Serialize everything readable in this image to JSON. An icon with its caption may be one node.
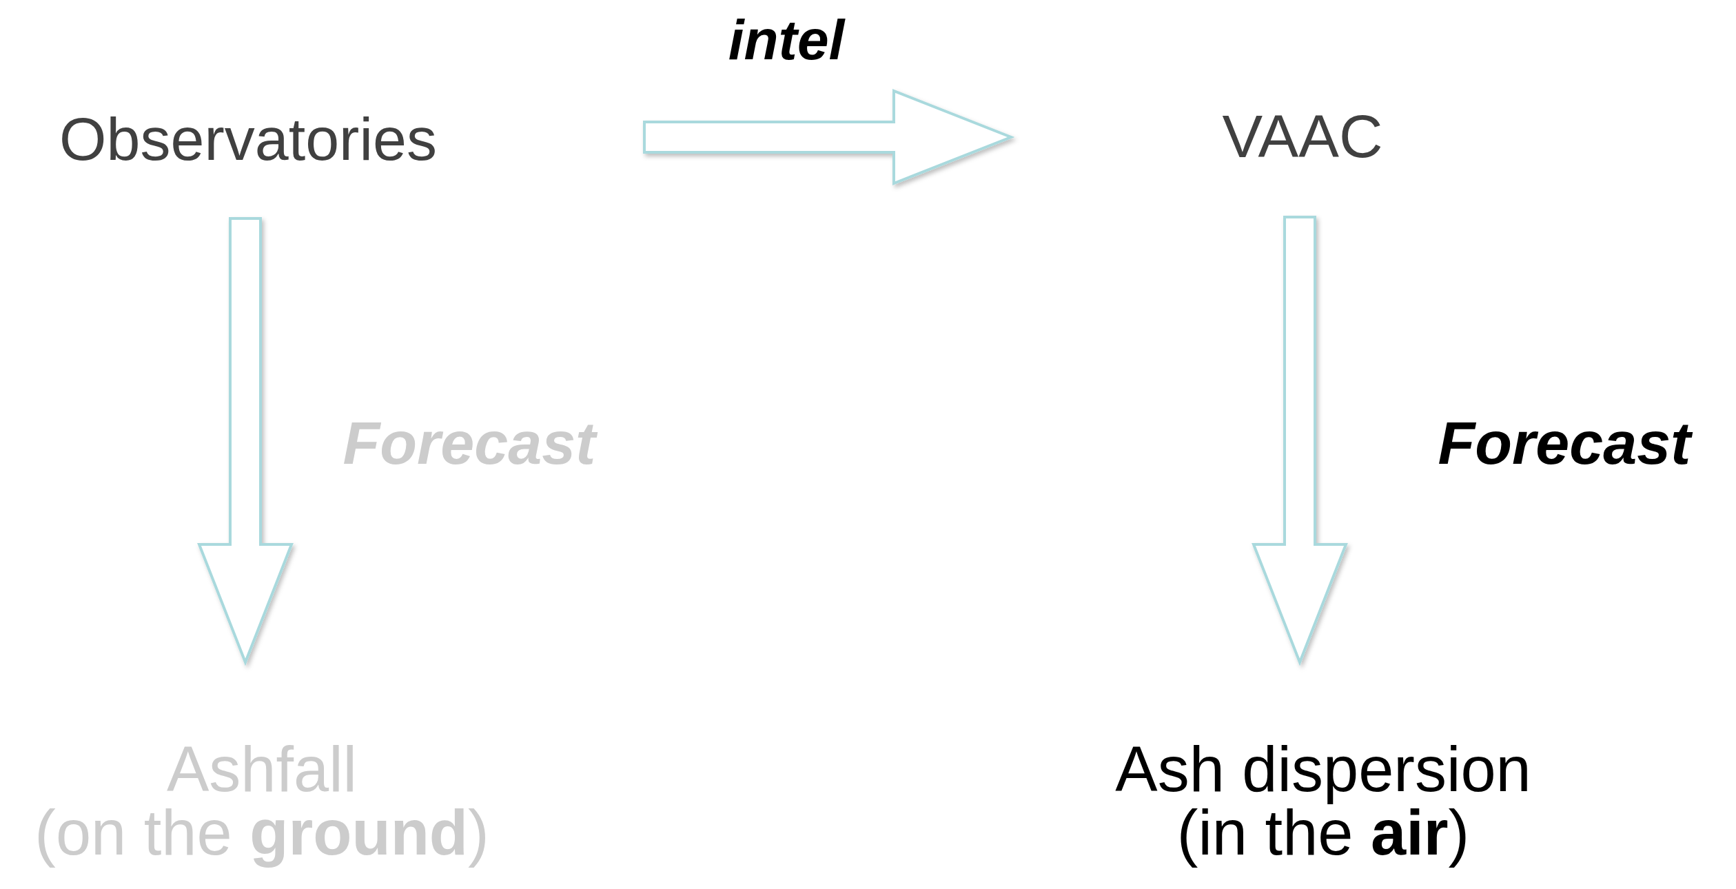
{
  "diagram": {
    "nodes": [
      {
        "text": [
          "Observatories"
        ]
      },
      {
        "text": [
          "VAAC"
        ]
      },
      {
        "text": [
          "Ashfall",
          "(on the **ground**)"
        ]
      },
      {
        "text": [
          "Ash dispersion",
          "(in the **air**)"
        ]
      }
    ],
    "edges": [
      {
        "from": 0,
        "to": 1,
        "arrow": "to",
        "label": "intel"
      },
      {
        "from": 0,
        "to": 2,
        "arrow": "to",
        "label": "Forecast"
      },
      {
        "from": 1,
        "to": 3,
        "arrow": "to",
        "label": "Forecast"
      }
    ]
  }
}
